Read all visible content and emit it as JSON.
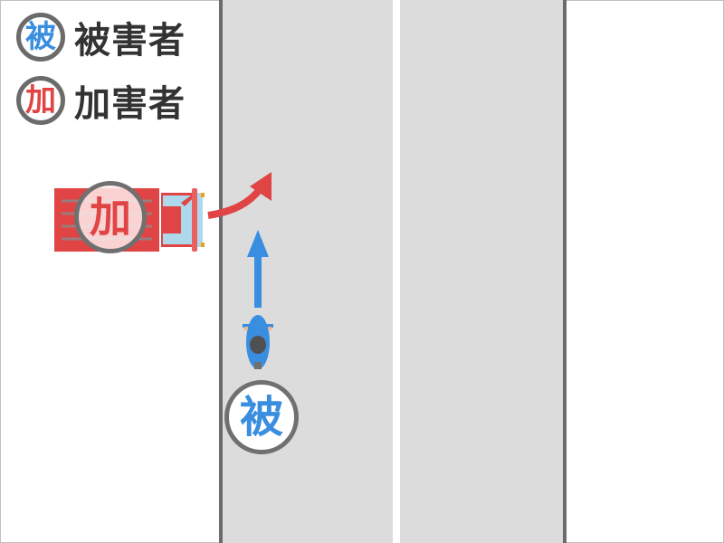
{
  "legend": {
    "victim": {
      "badge": "被",
      "label": "被害者",
      "color": "#3a8ee0"
    },
    "offender": {
      "badge": "加",
      "label": "加害者",
      "color": "#e04444"
    }
  },
  "scene": {
    "road_color": "#dcdcdc",
    "edge_line_color": "#6b6b6b",
    "center_line_color": "#ffffff",
    "truck": {
      "marker": "加",
      "color": "#e04444",
      "direction": "right-turn"
    },
    "motorcycle": {
      "marker": "被",
      "color": "#3a8ee0",
      "direction": "straight-up"
    }
  }
}
